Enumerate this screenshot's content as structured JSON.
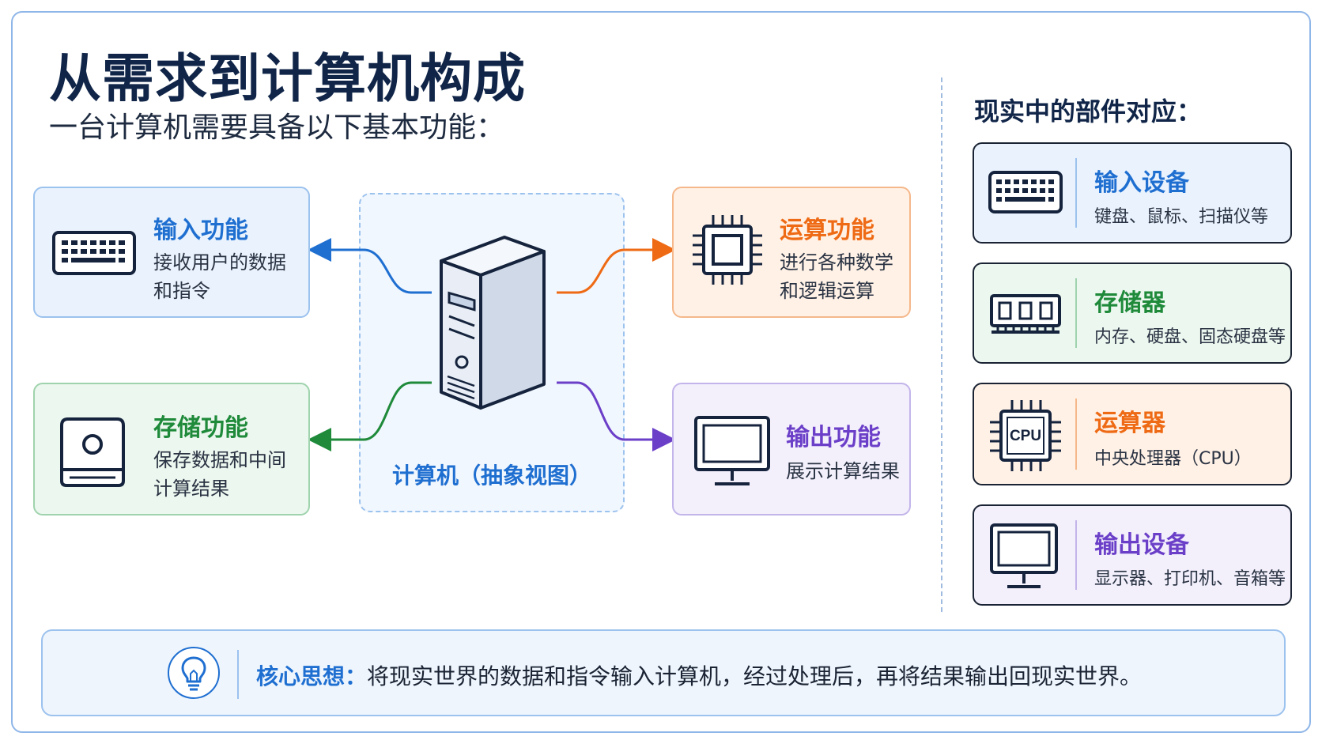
{
  "title": "从需求到计算机构成",
  "subtitle": "一台计算机需要具备以下基本功能：",
  "center": {
    "label": "计算机（抽象视图）"
  },
  "functions": {
    "input": {
      "title": "输入功能",
      "desc_line1": "接收用户的数据",
      "desc_line2": "和指令",
      "icon": "keyboard-icon"
    },
    "storage": {
      "title": "存储功能",
      "desc_line1": "保存数据和中间",
      "desc_line2": "计算结果",
      "icon": "hard-drive-icon"
    },
    "compute": {
      "title": "运算功能",
      "desc_line1": "进行各种数学",
      "desc_line2": "和逻辑运算",
      "icon": "chip-icon"
    },
    "output": {
      "title": "输出功能",
      "desc_line1": "展示计算结果",
      "icon": "monitor-icon"
    }
  },
  "components": {
    "heading": "现实中的部件对应：",
    "items": [
      {
        "title": "输入设备",
        "desc": "键盘、鼠标、扫描仪等",
        "icon": "keyboard-icon",
        "color": "#1f6fd1"
      },
      {
        "title": "存储器",
        "desc": "内存、硬盘、固态硬盘等",
        "icon": "memory-module-icon",
        "color": "#1e8a3a"
      },
      {
        "title": "运算器",
        "desc": "中央处理器（CPU）",
        "icon": "cpu-icon",
        "icon_text": "CPU",
        "color": "#ee6a14"
      },
      {
        "title": "输出设备",
        "desc": "显示器、打印机、音箱等",
        "icon": "monitor-icon",
        "color": "#6b3fc8"
      }
    ]
  },
  "footer": {
    "key": "核心思想：",
    "text": "将现实世界的数据和指令输入计算机，经过处理后，再将结果输出回现实世界。",
    "icon": "lightbulb-icon"
  },
  "colors": {
    "blue": "#1f6fd1",
    "green": "#1e8a3a",
    "orange": "#ee6a14",
    "purple": "#6b3fc8",
    "navy": "#102548"
  }
}
